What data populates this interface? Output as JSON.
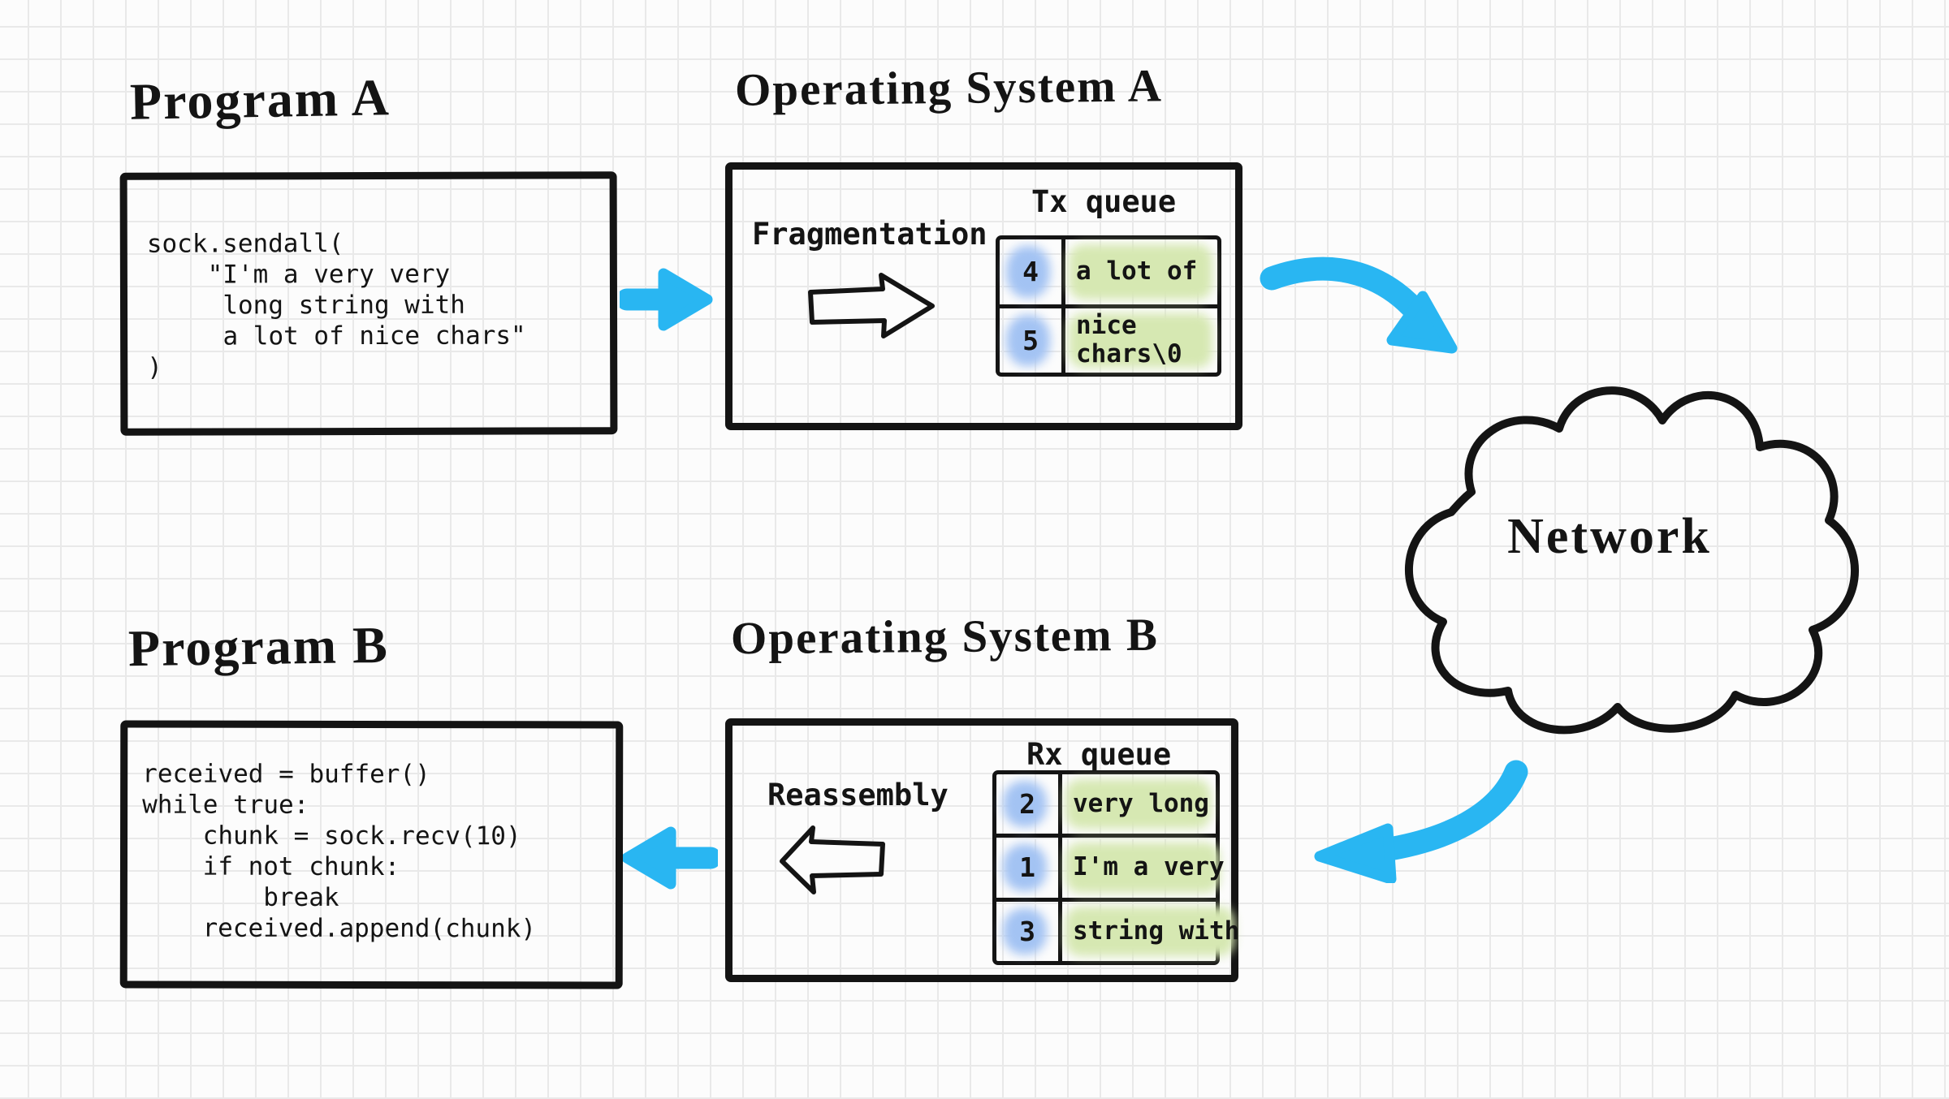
{
  "colors": {
    "ink": "#141414",
    "arrow_blue": "#29b6f2",
    "seq_highlight_blue": "#a3c3f3",
    "data_highlight_green": "#d6e8b2",
    "grid_line": "#e9e9e9",
    "background": "#fcfcfc"
  },
  "program_a": {
    "title": "Program A",
    "code": "sock.sendall(\n    \"I'm a very very\n     long string with\n     a lot of nice chars\"\n)"
  },
  "os_a": {
    "title": "Operating System A",
    "flow_label": "Fragmentation",
    "queue_label": "Tx queue",
    "queue": [
      {
        "seq": "4",
        "data": "a lot of"
      },
      {
        "seq": "5",
        "data": "nice chars\\0"
      }
    ]
  },
  "network": {
    "label": "Network"
  },
  "program_b": {
    "title": "Program B",
    "code": "received = buffer()\nwhile true:\n    chunk = sock.recv(10)\n    if not chunk:\n        break\n    received.append(chunk)"
  },
  "os_b": {
    "title": "Operating System B",
    "flow_label": "Reassembly",
    "queue_label": "Rx queue",
    "queue": [
      {
        "seq": "2",
        "data": "very long"
      },
      {
        "seq": "1",
        "data": "I'm a very"
      },
      {
        "seq": "3",
        "data": "string with"
      }
    ]
  }
}
